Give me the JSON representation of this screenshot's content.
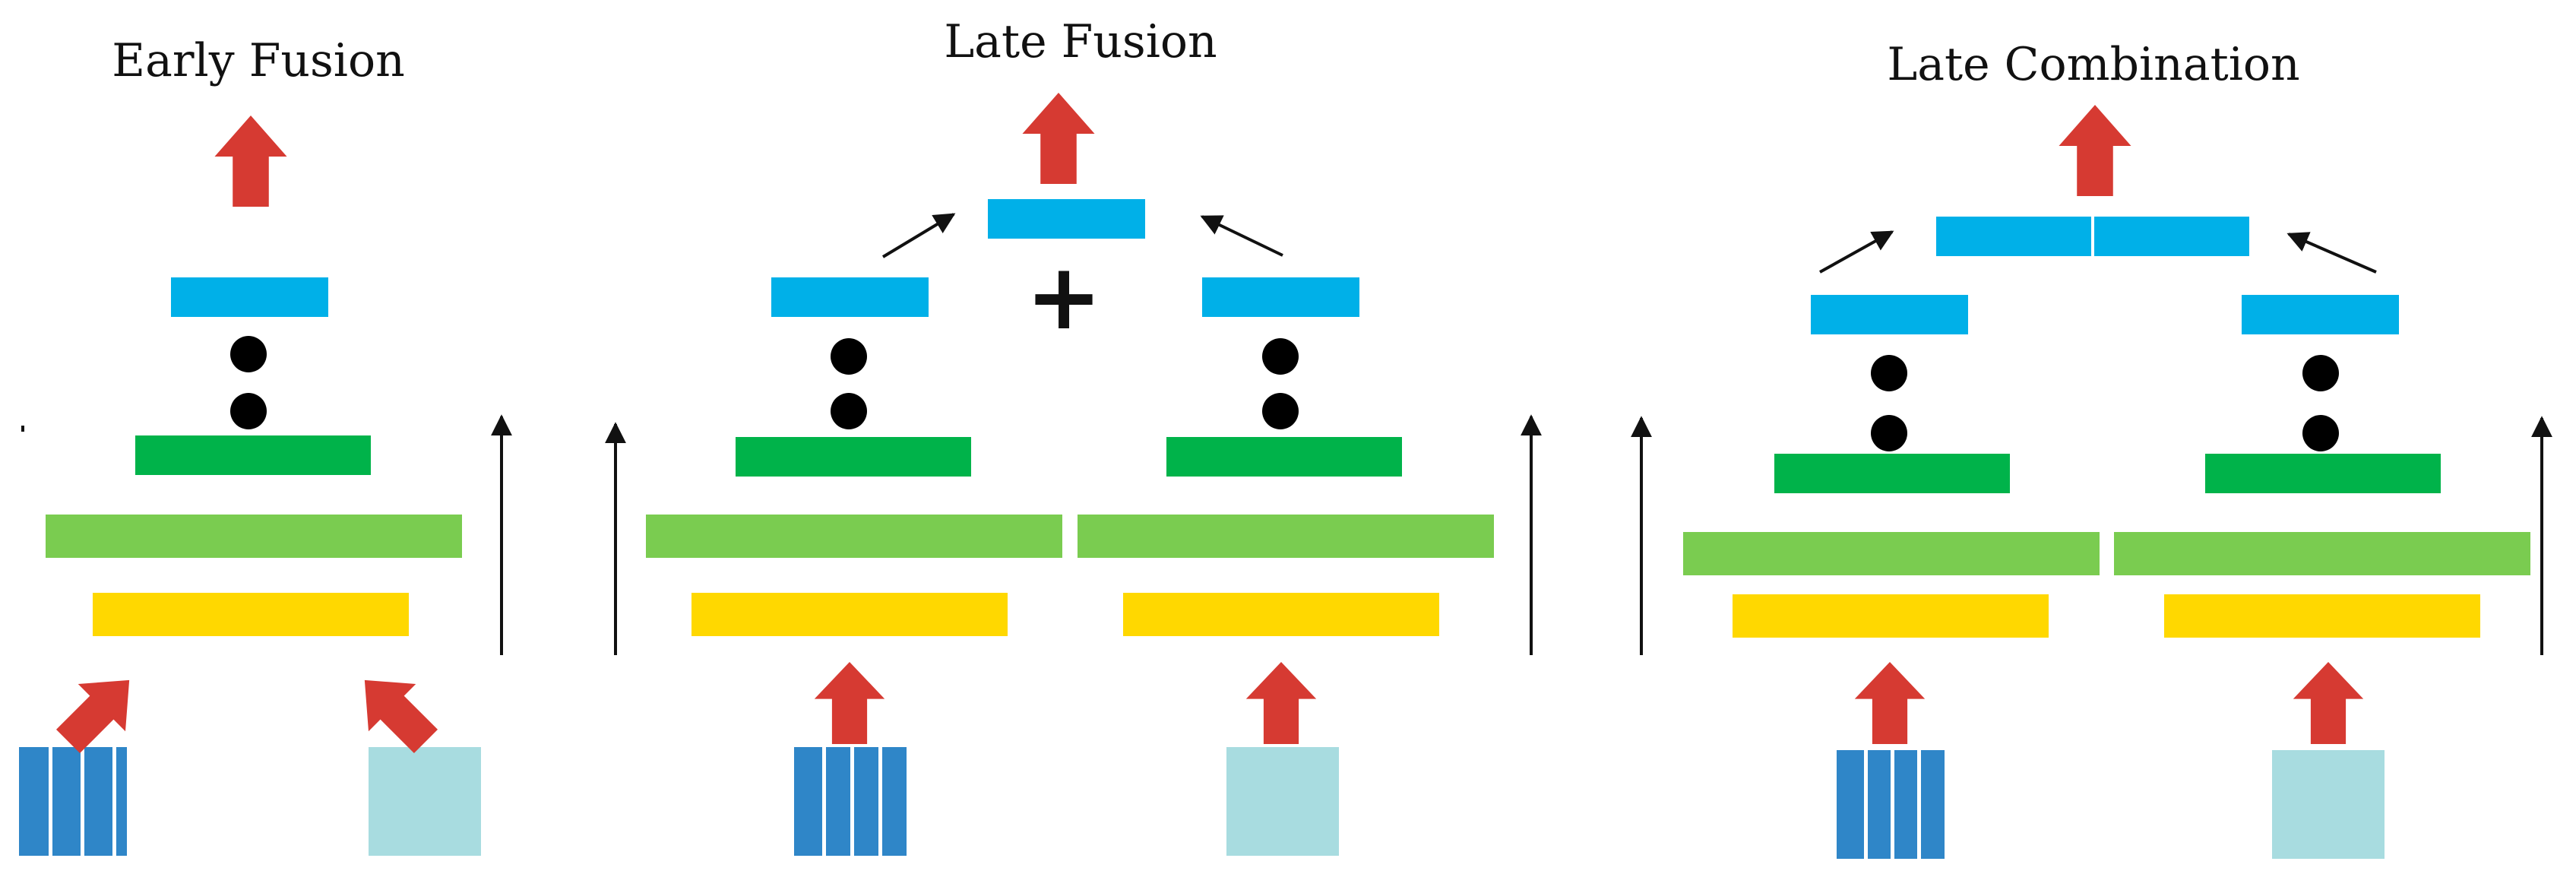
{
  "panels": [
    {
      "title": "Early Fusion"
    },
    {
      "title": "Late Fusion",
      "operator": "+"
    },
    {
      "title": "Late Combination"
    }
  ],
  "colors": {
    "output_arrow": "#d63a32",
    "top_layer": "#00b0e8",
    "dark_green_layer": "#00b34a",
    "light_green_layer": "#7acc50",
    "yellow_layer": "#ffd800",
    "input_striped": "#2f86c8",
    "input_plain": "#a8dce0",
    "dots": "#000000"
  }
}
